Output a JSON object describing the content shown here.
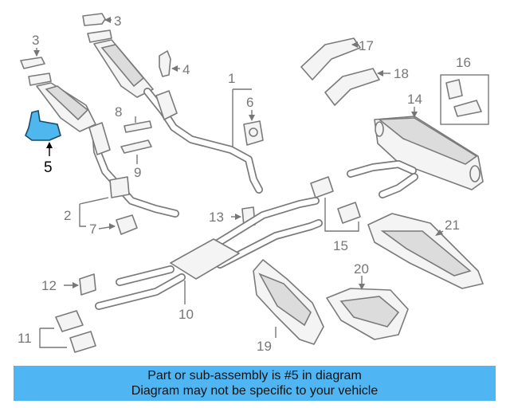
{
  "callouts": [
    {
      "id": "3a",
      "label": "3"
    },
    {
      "id": "3b",
      "label": "3"
    },
    {
      "id": "4",
      "label": "4"
    },
    {
      "id": "17",
      "label": "17"
    },
    {
      "id": "16",
      "label": "16"
    },
    {
      "id": "18",
      "label": "18"
    },
    {
      "id": "1",
      "label": "1"
    },
    {
      "id": "6",
      "label": "6"
    },
    {
      "id": "14",
      "label": "14"
    },
    {
      "id": "8",
      "label": "8"
    },
    {
      "id": "9",
      "label": "9"
    },
    {
      "id": "5",
      "label": "5"
    },
    {
      "id": "2",
      "label": "2"
    },
    {
      "id": "7",
      "label": "7"
    },
    {
      "id": "13",
      "label": "13"
    },
    {
      "id": "21",
      "label": "21"
    },
    {
      "id": "15",
      "label": "15"
    },
    {
      "id": "12",
      "label": "12"
    },
    {
      "id": "10",
      "label": "10"
    },
    {
      "id": "20",
      "label": "20"
    },
    {
      "id": "11",
      "label": "11"
    },
    {
      "id": "19",
      "label": "19"
    }
  ],
  "highlighted_part": "5",
  "highlight_color": "#4fb6f3",
  "banner": {
    "line1": "Part or sub-assembly is #5 in diagram",
    "line2": "Diagram may not be specific to your vehicle"
  }
}
